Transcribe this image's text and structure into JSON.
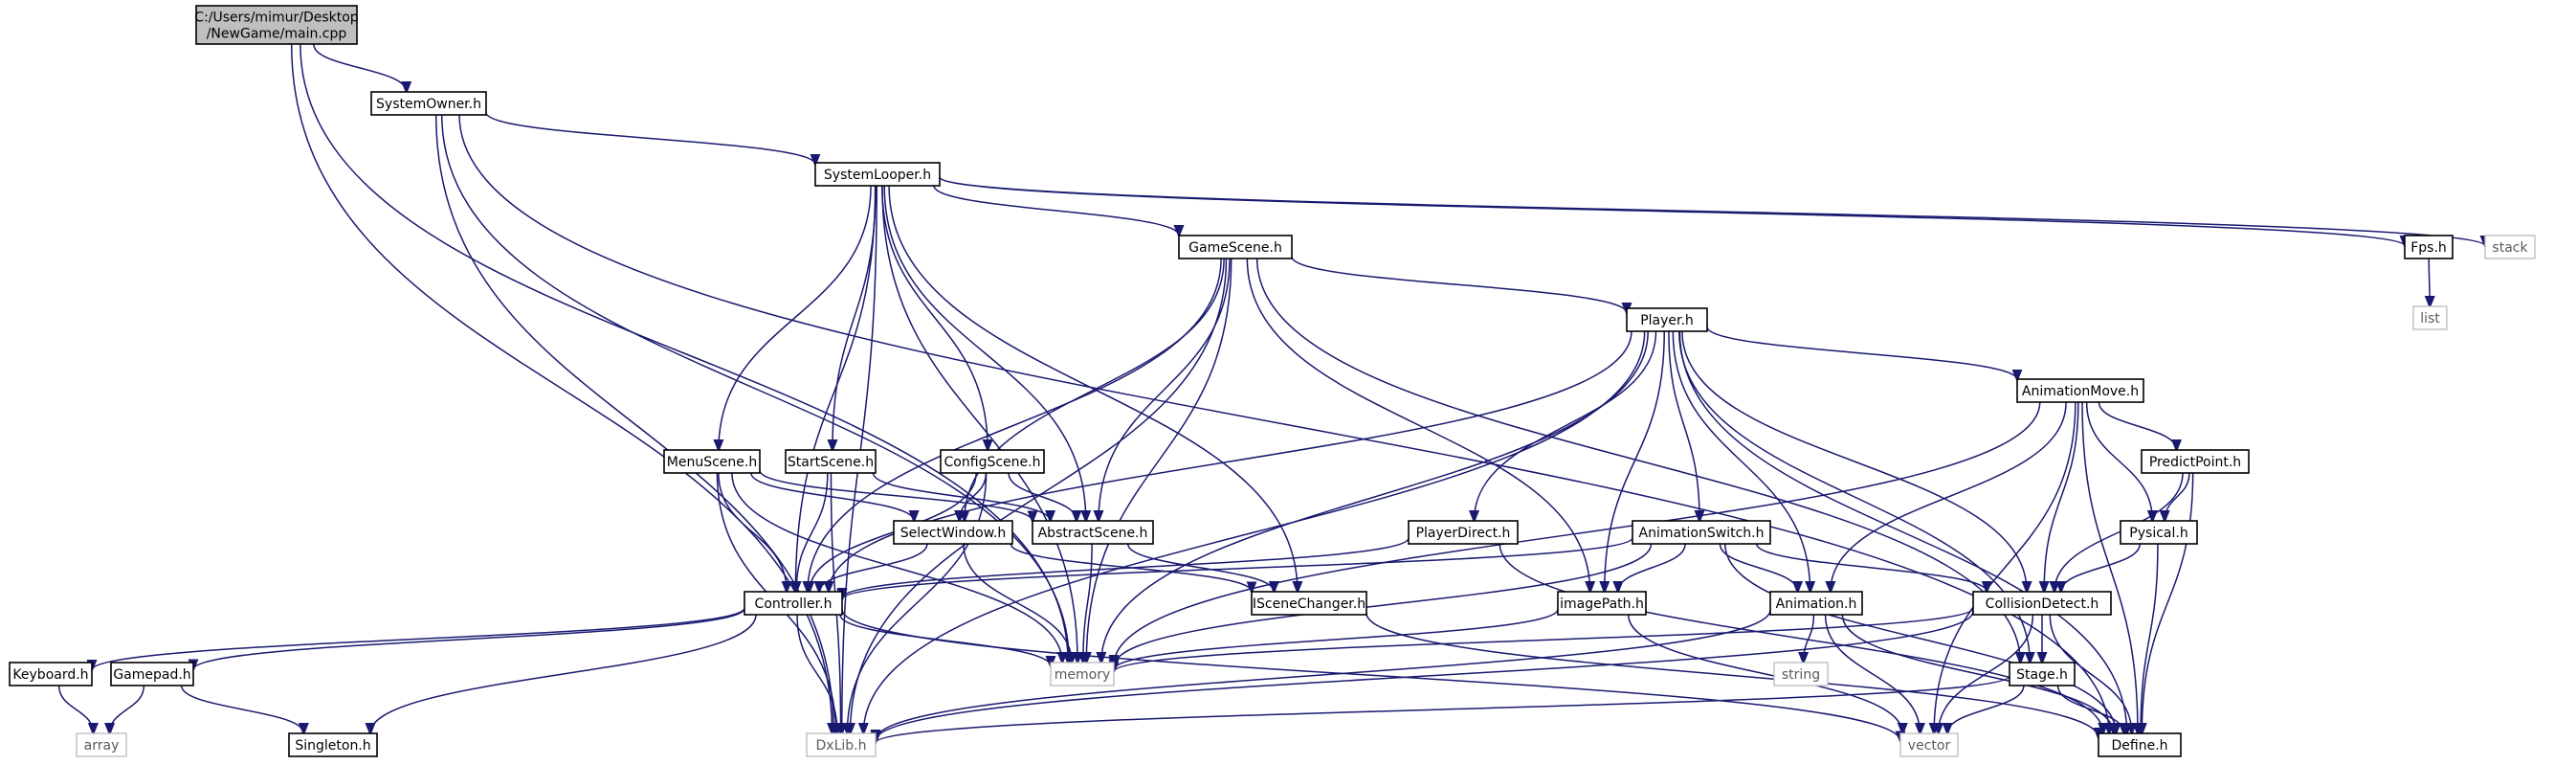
{
  "graph": {
    "nodes": [
      {
        "id": "main",
        "lines": [
          "C:/Users/mimur/Desktop",
          "/NewGame/main.cpp"
        ],
        "kind": "root"
      },
      {
        "id": "systemowner",
        "lines": [
          "SystemOwner.h"
        ],
        "kind": "header"
      },
      {
        "id": "systemlooper",
        "lines": [
          "SystemLooper.h"
        ],
        "kind": "header"
      },
      {
        "id": "gamescene",
        "lines": [
          "GameScene.h"
        ],
        "kind": "header"
      },
      {
        "id": "fps",
        "lines": [
          "Fps.h"
        ],
        "kind": "header"
      },
      {
        "id": "stack",
        "lines": [
          "stack"
        ],
        "kind": "ext"
      },
      {
        "id": "list",
        "lines": [
          "list"
        ],
        "kind": "ext"
      },
      {
        "id": "player",
        "lines": [
          "Player.h"
        ],
        "kind": "header"
      },
      {
        "id": "animationmove",
        "lines": [
          "AnimationMove.h"
        ],
        "kind": "header"
      },
      {
        "id": "predictpoint",
        "lines": [
          "PredictPoint.h"
        ],
        "kind": "header"
      },
      {
        "id": "pysical",
        "lines": [
          "Pysical.h"
        ],
        "kind": "header"
      },
      {
        "id": "menuscene",
        "lines": [
          "MenuScene.h"
        ],
        "kind": "header"
      },
      {
        "id": "startscene",
        "lines": [
          "StartScene.h"
        ],
        "kind": "header"
      },
      {
        "id": "configscene",
        "lines": [
          "ConfigScene.h"
        ],
        "kind": "header"
      },
      {
        "id": "selectwindow",
        "lines": [
          "SelectWindow.h"
        ],
        "kind": "header"
      },
      {
        "id": "abstractscene",
        "lines": [
          "AbstractScene.h"
        ],
        "kind": "header"
      },
      {
        "id": "playerdirect",
        "lines": [
          "PlayerDirect.h"
        ],
        "kind": "header"
      },
      {
        "id": "animationswitch",
        "lines": [
          "AnimationSwitch.h"
        ],
        "kind": "header"
      },
      {
        "id": "controller",
        "lines": [
          "Controller.h"
        ],
        "kind": "header"
      },
      {
        "id": "iscenechanger",
        "lines": [
          "ISceneChanger.h"
        ],
        "kind": "header"
      },
      {
        "id": "imagepath",
        "lines": [
          "imagePath.h"
        ],
        "kind": "header"
      },
      {
        "id": "animation",
        "lines": [
          "Animation.h"
        ],
        "kind": "header"
      },
      {
        "id": "collisiondetect",
        "lines": [
          "CollisionDetect.h"
        ],
        "kind": "header"
      },
      {
        "id": "keyboard",
        "lines": [
          "Keyboard.h"
        ],
        "kind": "header"
      },
      {
        "id": "gamepad",
        "lines": [
          "Gamepad.h"
        ],
        "kind": "header"
      },
      {
        "id": "memory",
        "lines": [
          "memory"
        ],
        "kind": "ext"
      },
      {
        "id": "string",
        "lines": [
          "string"
        ],
        "kind": "ext"
      },
      {
        "id": "stage",
        "lines": [
          "Stage.h"
        ],
        "kind": "header"
      },
      {
        "id": "array",
        "lines": [
          "array"
        ],
        "kind": "ext"
      },
      {
        "id": "singleton",
        "lines": [
          "Singleton.h"
        ],
        "kind": "header"
      },
      {
        "id": "dxlib",
        "lines": [
          "DxLib.h"
        ],
        "kind": "ext"
      },
      {
        "id": "vector",
        "lines": [
          "vector"
        ],
        "kind": "ext"
      },
      {
        "id": "define",
        "lines": [
          "Define.h"
        ],
        "kind": "header"
      }
    ],
    "edges": [
      [
        "main",
        "systemowner"
      ],
      [
        "main",
        "memory"
      ],
      [
        "main",
        "dxlib"
      ],
      [
        "systemowner",
        "systemlooper"
      ],
      [
        "systemowner",
        "memory"
      ],
      [
        "systemowner",
        "dxlib"
      ],
      [
        "systemowner",
        "define"
      ],
      [
        "systemlooper",
        "gamescene"
      ],
      [
        "systemlooper",
        "fps"
      ],
      [
        "systemlooper",
        "stack"
      ],
      [
        "systemlooper",
        "menuscene"
      ],
      [
        "systemlooper",
        "startscene"
      ],
      [
        "systemlooper",
        "configscene"
      ],
      [
        "systemlooper",
        "abstractscene"
      ],
      [
        "systemlooper",
        "controller"
      ],
      [
        "systemlooper",
        "memory"
      ],
      [
        "systemlooper",
        "dxlib"
      ],
      [
        "systemlooper",
        "iscenechanger"
      ],
      [
        "fps",
        "list"
      ],
      [
        "gamescene",
        "player"
      ],
      [
        "gamescene",
        "selectwindow"
      ],
      [
        "gamescene",
        "abstractscene"
      ],
      [
        "gamescene",
        "controller"
      ],
      [
        "gamescene",
        "memory"
      ],
      [
        "gamescene",
        "imagepath"
      ],
      [
        "gamescene",
        "stage"
      ],
      [
        "gamescene",
        "dxlib"
      ],
      [
        "player",
        "animationmove"
      ],
      [
        "player",
        "playerdirect"
      ],
      [
        "player",
        "animationswitch"
      ],
      [
        "player",
        "imagepath"
      ],
      [
        "player",
        "animation"
      ],
      [
        "player",
        "collisiondetect"
      ],
      [
        "player",
        "stage"
      ],
      [
        "player",
        "controller"
      ],
      [
        "player",
        "memory"
      ],
      [
        "player",
        "dxlib"
      ],
      [
        "player",
        "define"
      ],
      [
        "animationmove",
        "predictpoint"
      ],
      [
        "animationmove",
        "pysical"
      ],
      [
        "animationmove",
        "collisiondetect"
      ],
      [
        "animationmove",
        "animation"
      ],
      [
        "animationmove",
        "memory"
      ],
      [
        "animationmove",
        "define"
      ],
      [
        "animationmove",
        "vector"
      ],
      [
        "predictpoint",
        "pysical"
      ],
      [
        "predictpoint",
        "collisiondetect"
      ],
      [
        "predictpoint",
        "define"
      ],
      [
        "pysical",
        "collisiondetect"
      ],
      [
        "pysical",
        "define"
      ],
      [
        "menuscene",
        "selectwindow"
      ],
      [
        "menuscene",
        "abstractscene"
      ],
      [
        "menuscene",
        "controller"
      ],
      [
        "menuscene",
        "memory"
      ],
      [
        "menuscene",
        "dxlib"
      ],
      [
        "startscene",
        "abstractscene"
      ],
      [
        "startscene",
        "controller"
      ],
      [
        "startscene",
        "dxlib"
      ],
      [
        "configscene",
        "selectwindow"
      ],
      [
        "configscene",
        "abstractscene"
      ],
      [
        "configscene",
        "controller"
      ],
      [
        "configscene",
        "dxlib"
      ],
      [
        "selectwindow",
        "controller"
      ],
      [
        "selectwindow",
        "iscenechanger"
      ],
      [
        "selectwindow",
        "memory"
      ],
      [
        "abstractscene",
        "iscenechanger"
      ],
      [
        "abstractscene",
        "memory"
      ],
      [
        "playerdirect",
        "controller"
      ],
      [
        "playerdirect",
        "define"
      ],
      [
        "animationswitch",
        "animation"
      ],
      [
        "animationswitch",
        "imagepath"
      ],
      [
        "animationswitch",
        "collisiondetect"
      ],
      [
        "animationswitch",
        "controller"
      ],
      [
        "animationswitch",
        "memory"
      ],
      [
        "animationswitch",
        "define"
      ],
      [
        "controller",
        "keyboard"
      ],
      [
        "controller",
        "gamepad"
      ],
      [
        "controller",
        "singleton"
      ],
      [
        "controller",
        "dxlib"
      ],
      [
        "controller",
        "memory"
      ],
      [
        "controller",
        "vector"
      ],
      [
        "iscenechanger",
        "define"
      ],
      [
        "imagepath",
        "memory"
      ],
      [
        "imagepath",
        "vector"
      ],
      [
        "animation",
        "string"
      ],
      [
        "animation",
        "vector"
      ],
      [
        "animation",
        "define"
      ],
      [
        "animation",
        "dxlib"
      ],
      [
        "collisiondetect",
        "stage"
      ],
      [
        "collisiondetect",
        "define"
      ],
      [
        "collisiondetect",
        "vector"
      ],
      [
        "collisiondetect",
        "memory"
      ],
      [
        "collisiondetect",
        "dxlib"
      ],
      [
        "keyboard",
        "array"
      ],
      [
        "gamepad",
        "array"
      ],
      [
        "gamepad",
        "singleton"
      ],
      [
        "stage",
        "define"
      ],
      [
        "stage",
        "vector"
      ],
      [
        "stage",
        "dxlib"
      ]
    ]
  }
}
